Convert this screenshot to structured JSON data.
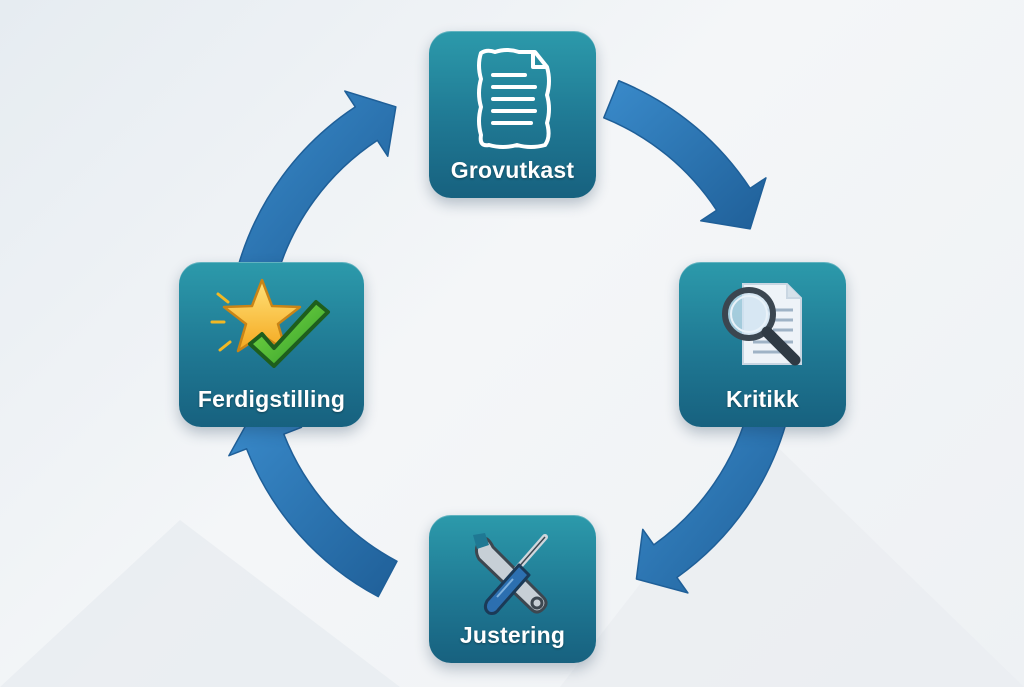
{
  "diagram": {
    "stages": [
      {
        "label": "Grovutkast",
        "icon": "draft-document-icon"
      },
      {
        "label": "Kritikk",
        "icon": "magnifier-document-icon"
      },
      {
        "label": "Justering",
        "icon": "wrench-screwdriver-icon"
      },
      {
        "label": "Ferdigstilling",
        "icon": "star-checkmark-icon"
      }
    ],
    "colors": {
      "arrow": "#2b78b9",
      "arrow_dark": "#1f5f98",
      "box_top": "#2c9aab",
      "box_bottom": "#17617f",
      "label": "#ffffff"
    }
  }
}
